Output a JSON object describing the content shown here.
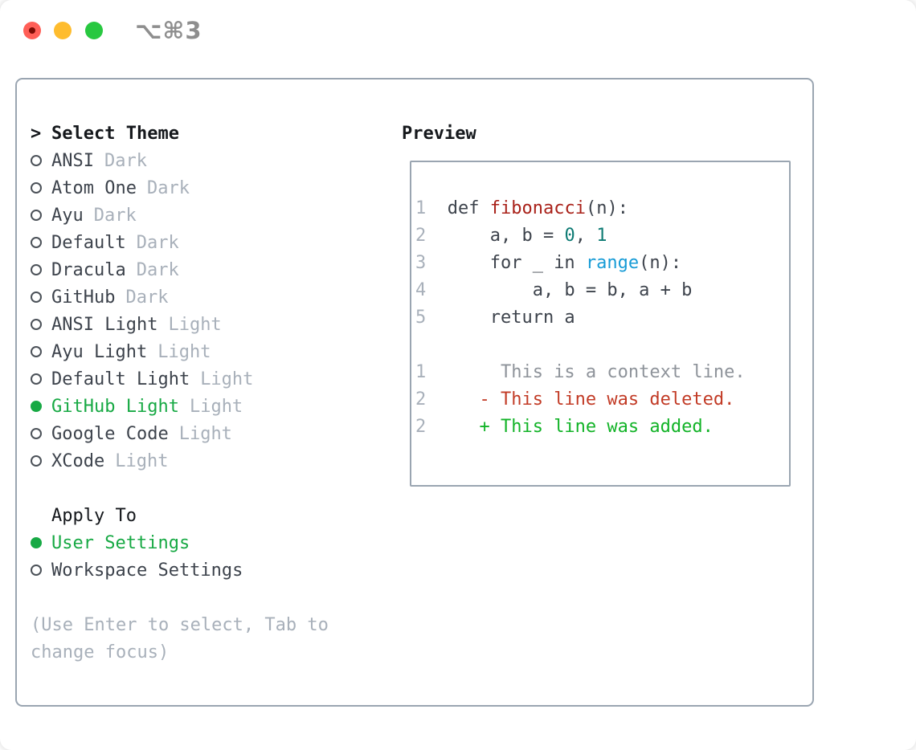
{
  "window": {
    "title": "⌥⌘3",
    "traffic_lights": [
      {
        "name": "close-button",
        "color": "#ff5f57"
      },
      {
        "name": "minimize-button",
        "color": "#febc2e"
      },
      {
        "name": "zoom-button",
        "color": "#28c840"
      }
    ]
  },
  "theme_selector": {
    "header": {
      "marker": ">",
      "label": "Select Theme"
    },
    "items": [
      {
        "name": "ANSI",
        "variant": "Dark",
        "selected": false
      },
      {
        "name": "Atom One",
        "variant": "Dark",
        "selected": false
      },
      {
        "name": "Ayu",
        "variant": "Dark",
        "selected": false
      },
      {
        "name": "Default",
        "variant": "Dark",
        "selected": false
      },
      {
        "name": "Dracula",
        "variant": "Dark",
        "selected": false
      },
      {
        "name": "GitHub",
        "variant": "Dark",
        "selected": false
      },
      {
        "name": "ANSI Light",
        "variant": "Light",
        "selected": false
      },
      {
        "name": "Ayu Light",
        "variant": "Light",
        "selected": false
      },
      {
        "name": "Default Light",
        "variant": "Light",
        "selected": false
      },
      {
        "name": "GitHub Light",
        "variant": "Light",
        "selected": true
      },
      {
        "name": "Google Code",
        "variant": "Light",
        "selected": false
      },
      {
        "name": "XCode",
        "variant": "Light",
        "selected": false
      }
    ],
    "apply_to": {
      "label": "Apply To",
      "options": [
        {
          "name": "User Settings",
          "selected": true
        },
        {
          "name": "Workspace Settings",
          "selected": false
        }
      ]
    },
    "hint_lines": [
      "(Use Enter to select, Tab to",
      "change focus)"
    ]
  },
  "preview": {
    "label": "Preview",
    "code_lines": [
      {
        "num": "1",
        "segments": [
          {
            "text": "  def ",
            "style": "plain"
          },
          {
            "text": "fibonacci",
            "style": "function"
          },
          {
            "text": "(n):",
            "style": "plain"
          }
        ]
      },
      {
        "num": "2",
        "segments": [
          {
            "text": "      a, b = ",
            "style": "plain"
          },
          {
            "text": "0",
            "style": "number"
          },
          {
            "text": ", ",
            "style": "plain"
          },
          {
            "text": "1",
            "style": "number"
          }
        ]
      },
      {
        "num": "3",
        "segments": [
          {
            "text": "      for _ in ",
            "style": "plain"
          },
          {
            "text": "range",
            "style": "builtin"
          },
          {
            "text": "(n):",
            "style": "plain"
          }
        ]
      },
      {
        "num": "4",
        "segments": [
          {
            "text": "          a, b = b, a + b",
            "style": "plain"
          }
        ]
      },
      {
        "num": "5",
        "segments": [
          {
            "text": "      return a",
            "style": "plain"
          }
        ]
      },
      {
        "num": "",
        "segments": []
      },
      {
        "num": "1",
        "segments": [
          {
            "text": "       This is a context line.",
            "style": "context"
          }
        ]
      },
      {
        "num": "2",
        "segments": [
          {
            "text": "     - This line was deleted.",
            "style": "deleted"
          }
        ]
      },
      {
        "num": "2",
        "segments": [
          {
            "text": "     + This line was added.",
            "style": "added"
          }
        ]
      }
    ]
  },
  "colors": {
    "accent_green": "#17a944",
    "added_green": "#12b327",
    "deleted_red": "#c23b26",
    "function_red": "#a92119",
    "number_teal": "#0e7b74",
    "builtin_blue": "#169bd6",
    "muted_gray": "#a8b0ba",
    "text_dark": "#3d434c",
    "context_gray": "#8e939a",
    "border_gray": "#9aa5b1",
    "traffic_red": "#ff5f57",
    "traffic_yellow": "#febc2e",
    "traffic_green": "#28c840"
  }
}
